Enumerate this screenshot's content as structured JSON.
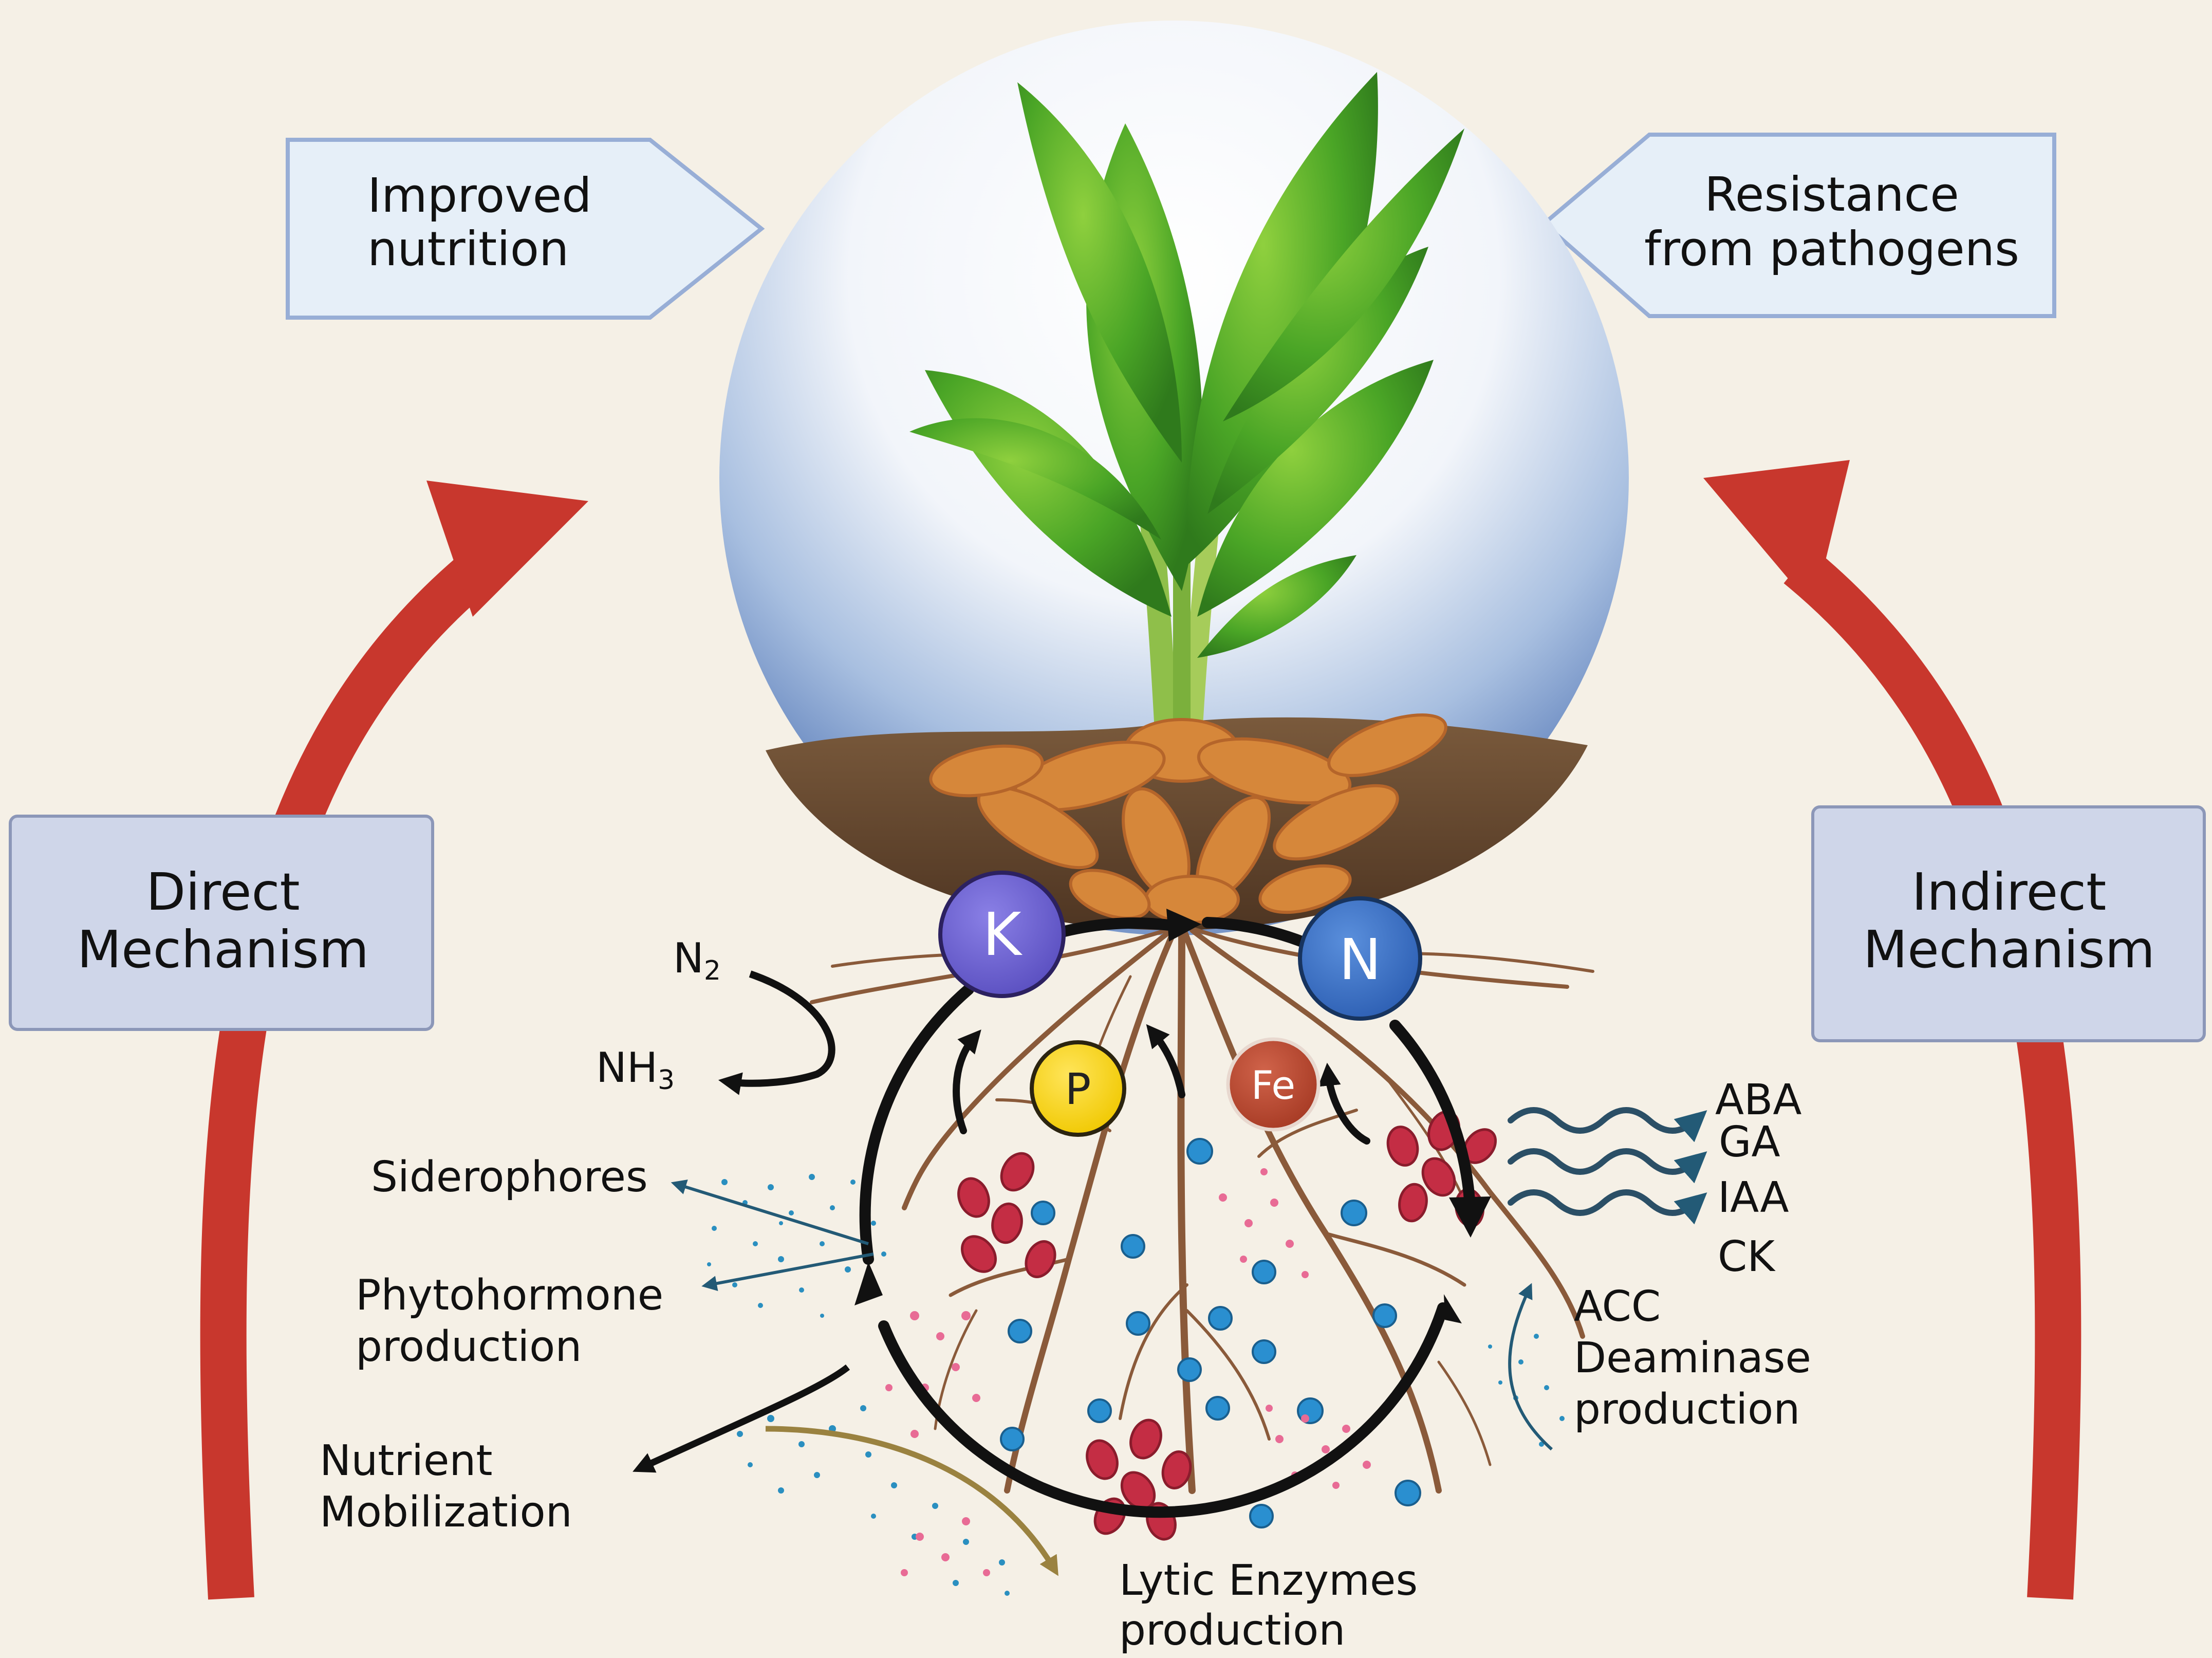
{
  "top": {
    "left_box": [
      "Improved",
      "nutrition"
    ],
    "right_box": [
      "Resistance",
      "from pathogens"
    ]
  },
  "side": {
    "left_box": [
      "Direct",
      "Mechanism"
    ],
    "right_box": [
      "Indirect",
      "Mechanism"
    ]
  },
  "nutrients": {
    "k": "K",
    "n": "N",
    "p": "P",
    "fe": "Fe"
  },
  "fixation": {
    "n2_base": "N",
    "n2_sub": "2",
    "nh3_base": "NH",
    "nh3_sub": "3"
  },
  "left_labels": {
    "siderophores": "Siderophores",
    "phytohormone": [
      "Phytohormone",
      "production"
    ],
    "nutrient_mob": [
      "Nutrient",
      "Mobilization"
    ]
  },
  "bottom_label": [
    "Lytic Enzymes",
    "production"
  ],
  "hormones": [
    "ABA",
    "GA",
    "IAA",
    "CK"
  ],
  "acc_label": [
    "ACC",
    "Deaminase",
    "production"
  ],
  "colors": {
    "background": "#f5f0e6",
    "red_arrow": "#c8372d",
    "top_box_fill": "#e6eff8",
    "top_box_stroke": "#98aed6",
    "side_box_fill": "#cfd6e9",
    "side_box_stroke": "#8c97b8",
    "k": "#6b5fcf",
    "n": "#3a70c4",
    "p": "#f5d21c",
    "fe": "#b4452e"
  }
}
